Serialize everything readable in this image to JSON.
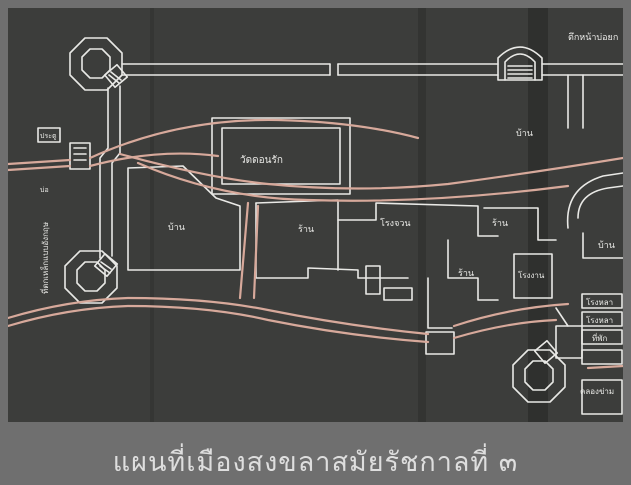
{
  "caption": "แผนที่เมืองสงขลาสมัยรัชกาลที่ ๓",
  "colors": {
    "background": "#6f6f6f",
    "paper": "#3c3d3b",
    "chalk": "#e9e9e6",
    "road": "#d7a99b",
    "caption_text": "#dedede"
  },
  "labels": {
    "top_right_gate": "ตึกหน้าบ่อยก",
    "temple": "วัดดอนรัก",
    "house_left": "บ้าน",
    "house_top_right": "บ้าน",
    "house_right": "บ้าน",
    "shop_a": "ร้าน",
    "shop_b": "ร้าน",
    "shop_c": "ร้าน",
    "shop_center": "โรงจวน",
    "factory": "โรงงาน",
    "warehouse_1": "โรงหลา",
    "warehouse_2": "โรงหลา",
    "small_right": "ที่พัก",
    "canal_bottom": "คลองข่าม",
    "left_vertical": "ที่ตกเหล็กแบบอังกฤษ",
    "left_small_1": "ประตู",
    "left_small_2": "บ่อ"
  }
}
